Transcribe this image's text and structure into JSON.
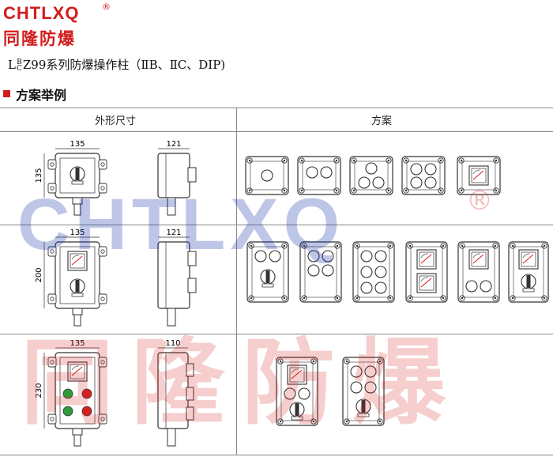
{
  "logo": {
    "en": "CHTLXQ",
    "reg": "®",
    "cn": "同隆防爆"
  },
  "title": {
    "prefix": "L",
    "sup": "B",
    "sub": "C",
    "rest": "Z99系列防爆操作柱（ⅡB、ⅡC、DIP)"
  },
  "section": {
    "title": "方案举例"
  },
  "table": {
    "headers": {
      "dimensions": "外形尺寸",
      "schemes": "方案"
    },
    "rows": [
      {
        "width": "135",
        "height": "135",
        "depth": "121"
      },
      {
        "width": "135",
        "height": "200",
        "depth": "121"
      },
      {
        "width": "135",
        "height": "230",
        "depth": "110"
      }
    ]
  },
  "watermark": {
    "en": "CHTLXQ",
    "reg": "®",
    "cn": "同隆防爆"
  },
  "colors": {
    "brand_red": "#d21c1c",
    "watermark_blue": "#2c4aa8",
    "indicator_green": "#2e9a3a",
    "indicator_red": "#d52020",
    "line": "#333333"
  }
}
